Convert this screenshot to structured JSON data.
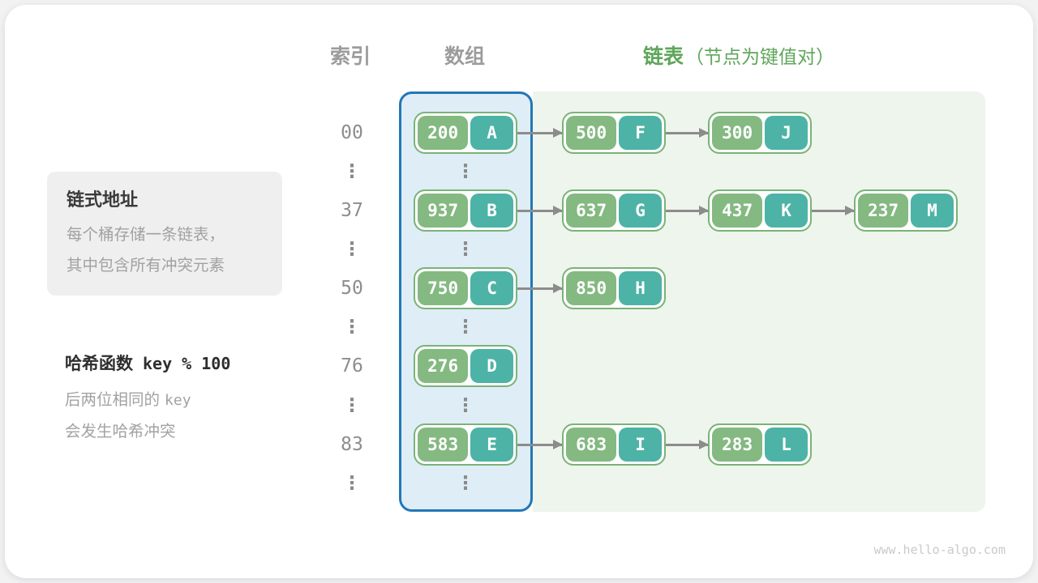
{
  "header": {
    "index_label": "索引",
    "array_label": "数组",
    "list_label": "链表",
    "list_note": "（节点为键值对）"
  },
  "info_box": {
    "title": "链式地址",
    "line1": "每个桶存储一条链表，",
    "line2": "其中包含所有冲突元素"
  },
  "hash_box": {
    "label": "哈希函数",
    "formula": "key % 100",
    "note1_prefix": "后两位相同的",
    "note1_code": "key",
    "note2": "会发生哈希冲突"
  },
  "rows": [
    {
      "index": "00",
      "array": {
        "key": "200",
        "value": "A"
      },
      "chain": [
        {
          "key": "500",
          "value": "F"
        },
        {
          "key": "300",
          "value": "J"
        }
      ]
    },
    {
      "index": "37",
      "array": {
        "key": "937",
        "value": "B"
      },
      "chain": [
        {
          "key": "637",
          "value": "G"
        },
        {
          "key": "437",
          "value": "K"
        },
        {
          "key": "237",
          "value": "M"
        }
      ]
    },
    {
      "index": "50",
      "array": {
        "key": "750",
        "value": "C"
      },
      "chain": [
        {
          "key": "850",
          "value": "H"
        }
      ]
    },
    {
      "index": "76",
      "array": {
        "key": "276",
        "value": "D"
      },
      "chain": []
    },
    {
      "index": "83",
      "array": {
        "key": "583",
        "value": "E"
      },
      "chain": [
        {
          "key": "683",
          "value": "I"
        },
        {
          "key": "283",
          "value": "L"
        }
      ]
    }
  ],
  "ellipsis": "⋮",
  "watermark": "www.hello-algo.com",
  "colors": {
    "green_node": "#84b981",
    "teal_node": "#4db3a6",
    "node_border": "#7ab377",
    "panel_blue_border": "#2277b8",
    "panel_blue_bg": "#dfedf7",
    "panel_green_bg": "#edf5ec",
    "header_green": "#5fa65a",
    "arrow_gray": "#8c8c8c"
  }
}
